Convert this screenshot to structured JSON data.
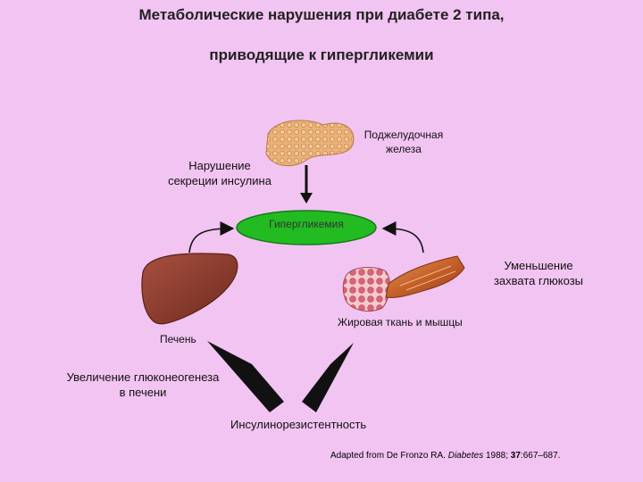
{
  "title": {
    "line1": "Метаболические нарушения при диабете 2 типа,",
    "line2": "приводящие к гипергликемии"
  },
  "labels": {
    "pancreas": [
      "Поджелудочная",
      "железа"
    ],
    "insulin_secretion": [
      "Нарушение",
      "секреции инсулина"
    ],
    "hyperglycemia": "Гипергликемия",
    "glucose_uptake": [
      "Уменьшение",
      "захвата глюкозы"
    ],
    "fat_muscle": "Жировая ткань и мышцы",
    "liver": "Печень",
    "gluconeogenesis": [
      "Увеличение глюконеогенеза",
      "в печени"
    ],
    "insulin_resistance": "Инсулинорезистентность"
  },
  "citation": {
    "prefix": "Adapted from De Fronzo RA. ",
    "journal": "Diabetes",
    "year": " 1988; ",
    "volume": "37",
    "pages": ":667–687."
  },
  "colors": {
    "background": "#f2c4f2",
    "hyperglycemia_fill": "#22bb22",
    "liver": "#8b3a2a",
    "pancreas": "#e8a86a",
    "fat_tissue": "#d9707a",
    "muscle": "#c8642a",
    "arrow": "#111111"
  }
}
